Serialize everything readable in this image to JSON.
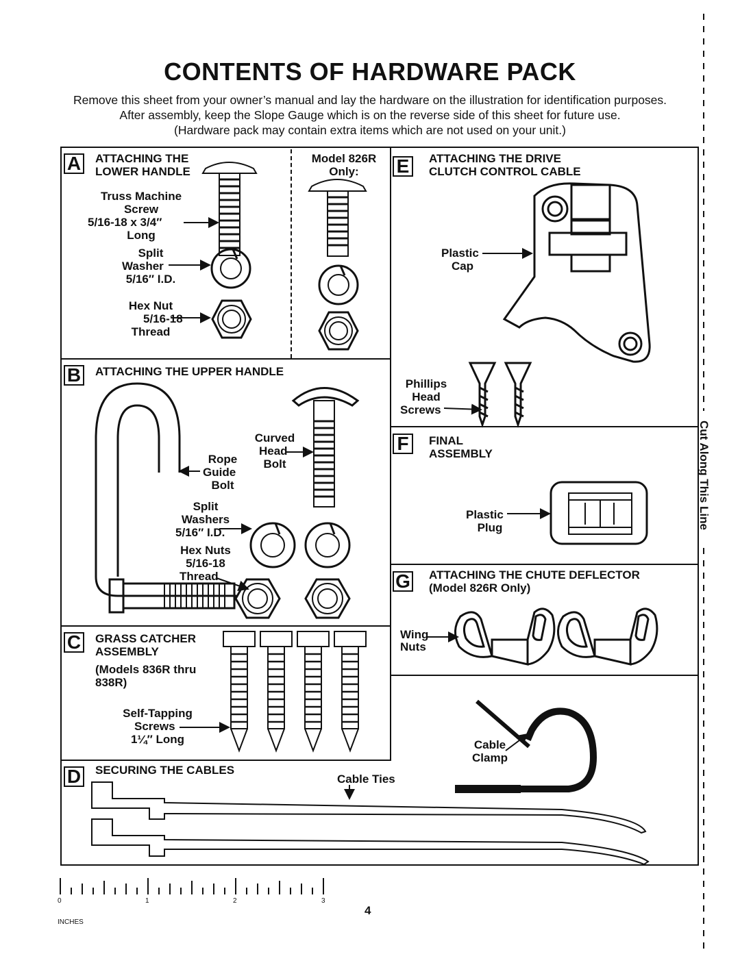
{
  "title": "CONTENTS OF HARDWARE PACK",
  "intro": {
    "line1": "Remove this sheet from your owner’s manual and lay the hardware on the illustration for identification purposes.",
    "line2": "After assembly, keep the Slope Gauge which is on the reverse side of this sheet for future use.",
    "line3": "(Hardware pack may contain extra items which are not used on your unit.)"
  },
  "sections": {
    "a": {
      "letter": "A",
      "heading_line1": "ATTACHING THE",
      "heading_line2": "LOWER HANDLE",
      "model_note_line1": "Model 826R",
      "model_note_line2": "Only:",
      "screw": [
        "Truss Machine",
        "Screw",
        "5/16-18 x 3/4″",
        "Long"
      ],
      "washer": [
        "Split",
        "Washer",
        "5/16″ I.D."
      ],
      "nut": [
        "Hex Nut",
        "5/16-18",
        "Thread"
      ]
    },
    "b": {
      "letter": "B",
      "heading": "ATTACHING THE UPPER HANDLE",
      "rope_guide": [
        "Rope",
        "Guide",
        "Bolt"
      ],
      "curved_bolt": [
        "Curved",
        "Head",
        "Bolt"
      ],
      "washers": [
        "Split",
        "Washers",
        "5/16″ I.D."
      ],
      "nuts": [
        "Hex Nuts",
        "5/16-18",
        "Thread"
      ]
    },
    "c": {
      "letter": "C",
      "heading_line1": "GRASS CATCHER",
      "heading_line2": "ASSEMBLY",
      "models_line1": "(Models 836R thru",
      "models_line2": "838R)",
      "screws": [
        "Self-Tapping",
        "Screws",
        "1¼″ Long"
      ]
    },
    "d": {
      "letter": "D",
      "heading": "SECURING THE CABLES",
      "cable_ties": "Cable Ties",
      "cable_clamp": [
        "Cable",
        "Clamp"
      ]
    },
    "e": {
      "letter": "E",
      "heading_line1": "ATTACHING THE DRIVE",
      "heading_line2": "CLUTCH CONTROL CABLE",
      "plastic_cap": [
        "Plastic",
        "Cap"
      ],
      "phillips": [
        "Phillips",
        "Head",
        "Screws"
      ]
    },
    "f": {
      "letter": "F",
      "heading_line1": "FINAL",
      "heading_line2": "ASSEMBLY",
      "plastic_plug": [
        "Plastic",
        "Plug"
      ]
    },
    "g": {
      "letter": "G",
      "heading_line1": "ATTACHING THE CHUTE DEFLECTOR",
      "heading_line2": "(Model 826R Only)",
      "wing_nuts": [
        "Wing",
        "Nuts"
      ]
    }
  },
  "ruler": {
    "numbers": [
      "0",
      "1",
      "2",
      "3"
    ],
    "unit": "INCHES"
  },
  "page_number": "4",
  "cut_line": "Cut Along This Line",
  "colors": {
    "ink": "#111111",
    "paper": "#ffffff"
  }
}
